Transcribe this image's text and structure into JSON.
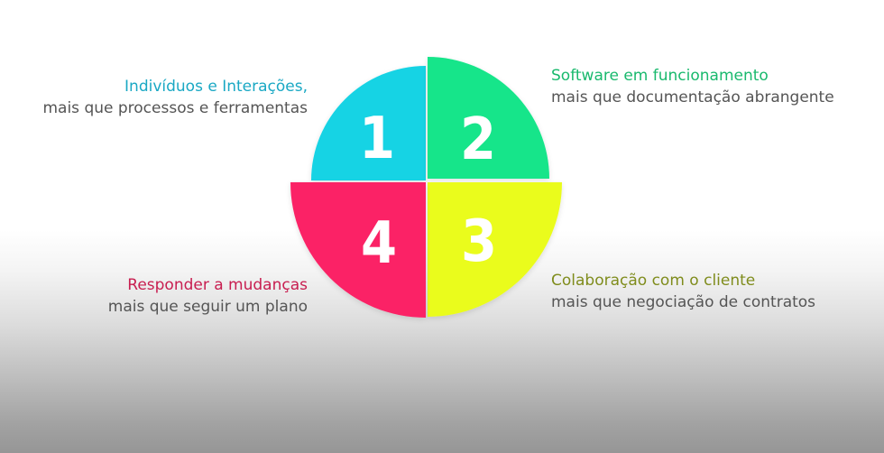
{
  "quadrants": [
    {
      "number": "1",
      "title": "Indivíduos e Interações,",
      "subtitle": "mais que processos e ferramentas",
      "color": "#16d3e4",
      "title_color": "#1aa8c4"
    },
    {
      "number": "2",
      "title": "Software em funcionamento",
      "subtitle": "mais que documentação abrangente",
      "color": "#16e58a",
      "title_color": "#19b96d"
    },
    {
      "number": "3",
      "title": "Colaboração com o cliente",
      "subtitle": "mais que negociação de contratos",
      "color": "#eafc1e",
      "title_color": "#7f8c1c"
    },
    {
      "number": "4",
      "title": "Responder a mudanças",
      "subtitle": "mais que seguir um plano",
      "color": "#fb2466",
      "title_color": "#c81e50"
    }
  ]
}
